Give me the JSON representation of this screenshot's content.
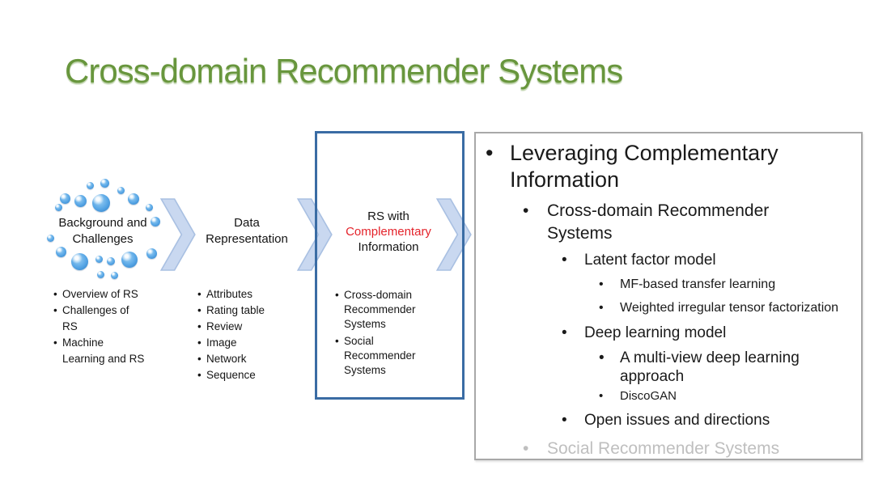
{
  "slide": {
    "title": "Cross-domain Recommender Systems",
    "colors": {
      "title_green": "#68963D",
      "accent_red": "#E4232B",
      "focus_box_blue": "#3A6CA4",
      "chevron_fill": "#C9D8F0",
      "chevron_border": "#A9C0E2",
      "panel_border_gray": "#A8A8A8",
      "muted_gray": "#BFBFBF",
      "sphere_blue": "#4D9FE2"
    },
    "icons": {
      "flow_arrow": "chevron-right-icon",
      "step1_graphic": "blue-sphere-cluster"
    }
  },
  "flow": {
    "steps": [
      {
        "label_lines": [
          "Background and",
          "Challenges"
        ],
        "bullets": [
          "Overview of RS",
          "Challenges of RS",
          "Machine Learning and RS"
        ]
      },
      {
        "label_lines": [
          "Data",
          "Representation"
        ],
        "bullets": [
          "Attributes",
          "Rating table",
          "Review",
          "Image",
          "Network",
          "Sequence"
        ]
      },
      {
        "label_lines": [
          "RS with",
          "Complementary",
          "Information"
        ],
        "highlighted_line": "Complementary",
        "bullets": [
          "Cross-domain Recommender Systems",
          "Social Recommender Systems"
        ]
      }
    ]
  },
  "outline_panel": {
    "items": [
      {
        "text": "Leveraging Complementary Information",
        "level": 1,
        "muted": false
      },
      {
        "text": "Cross-domain Recommender Systems",
        "level": 2,
        "muted": false
      },
      {
        "text": "Latent factor model",
        "level": 3,
        "muted": false
      },
      {
        "text": "MF-based transfer learning",
        "level": 4,
        "muted": false
      },
      {
        "text": "Weighted irregular tensor factorization",
        "level": 4,
        "muted": false
      },
      {
        "text": "Deep learning model",
        "level": 3,
        "muted": false
      },
      {
        "text": "A multi-view deep learning approach",
        "level": 4,
        "muted": false
      },
      {
        "text": "DiscoGAN",
        "level": 4,
        "muted": false
      },
      {
        "text": "Open issues and directions",
        "level": 3,
        "muted": false
      },
      {
        "text": "Social Recommender Systems",
        "level": 2,
        "muted": true
      }
    ],
    "bullet_glyph": "•"
  }
}
